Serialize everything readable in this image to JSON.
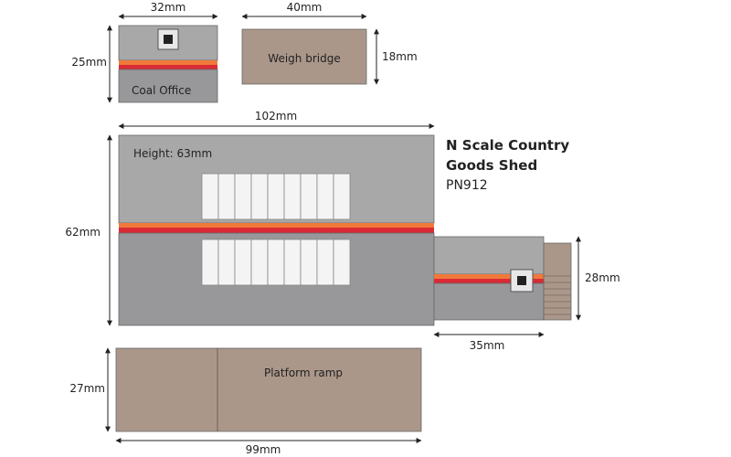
{
  "title": {
    "line1": "N Scale Country",
    "line2": "Goods Shed",
    "code": "PN912"
  },
  "coal_office": {
    "label": "Coal Office",
    "width": "32mm",
    "height": "25mm"
  },
  "weigh_bridge": {
    "label": "Weigh bridge",
    "width": "40mm",
    "height": "18mm"
  },
  "goods_shed": {
    "height_note": "Height: 63mm",
    "width": "102mm",
    "depth": "62mm"
  },
  "annex": {
    "width": "35mm",
    "height": "28mm"
  },
  "platform_ramp": {
    "label": "Platform ramp",
    "width": "99mm",
    "height": "27mm"
  },
  "colors": {
    "roof_light": "#a9a8a8",
    "wall_dark": "#98989a",
    "stripe_orange": "#f0793a",
    "stripe_red": "#d92b35",
    "brown": "#ab978a",
    "window": "#f4f4f4"
  }
}
